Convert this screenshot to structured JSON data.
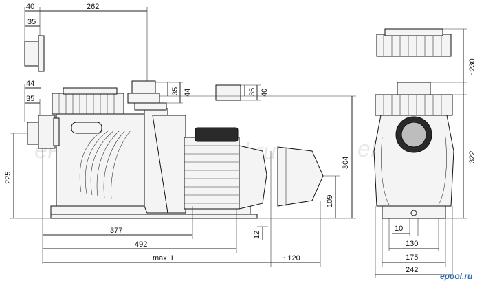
{
  "dimensions": {
    "side_view": {
      "top_width_40": "40",
      "top_width_262": "262",
      "union_35_top": "35",
      "union_44": "44",
      "union_35_left": "35",
      "height_225": "225",
      "lid_35": "35",
      "lid_44": "44",
      "outlet_35": "35",
      "outlet_40": "40",
      "height_304": "304",
      "height_109": "109",
      "offset_12": "12",
      "length_377": "377",
      "length_492": "492",
      "length_max": "max. L",
      "clearance_120": "~120"
    },
    "front_view": {
      "lid_clearance": "~230",
      "height_322": "322",
      "base_10": "10",
      "base_130": "130",
      "base_175": "175",
      "base_242": "242"
    }
  },
  "watermarks": [
    "ePool.ru",
    "ePool.ru",
    "ePool.ru"
  ],
  "brand_label": "epool.ru"
}
